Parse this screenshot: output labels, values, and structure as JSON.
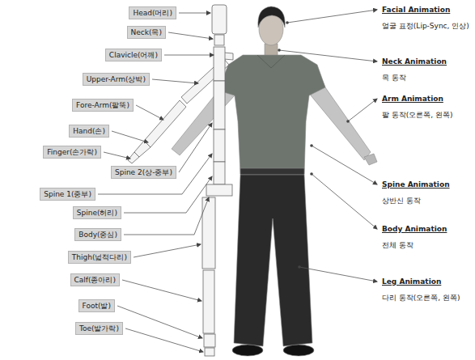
{
  "diagram": {
    "nodes": [
      {
        "text": [
          "Head(머리)"
        ]
      },
      {
        "text": [
          "Neck(목)"
        ]
      },
      {
        "text": [
          "Clavicle(어깨)"
        ]
      },
      {
        "text": [
          "Upper-Arm(상박)"
        ]
      },
      {
        "text": [
          "Fore-Arm(팔뚝)"
        ]
      },
      {
        "text": [
          "Hand(손)"
        ]
      },
      {
        "text": [
          "Finger(손가락)"
        ]
      },
      {
        "text": [
          "Spine 2(상-중부)"
        ]
      },
      {
        "text": [
          "Spine 1(중부)"
        ]
      },
      {
        "text": [
          "Spine(허리)"
        ]
      },
      {
        "text": [
          "Body(중심)"
        ]
      },
      {
        "text": [
          "Thigh(넓적다리)"
        ]
      },
      {
        "text": [
          "Calf(종아리)"
        ]
      },
      {
        "text": [
          "Foot(발)"
        ]
      },
      {
        "text": [
          "Toe(발가락)"
        ]
      }
    ],
    "labels": [
      "Facial Animation",
      "얼굴 표정(Lip-Sync, 인상)",
      "Neck Animation",
      "목 동작",
      "Arm Animation",
      "팔 동작(오른쪽, 왼쪽)",
      "Spine Animation",
      "상반신 동작",
      "Body Animation",
      "전체 동작",
      "Leg Animation",
      "다리 동작(오른쪽, 왼쪽)"
    ]
  }
}
